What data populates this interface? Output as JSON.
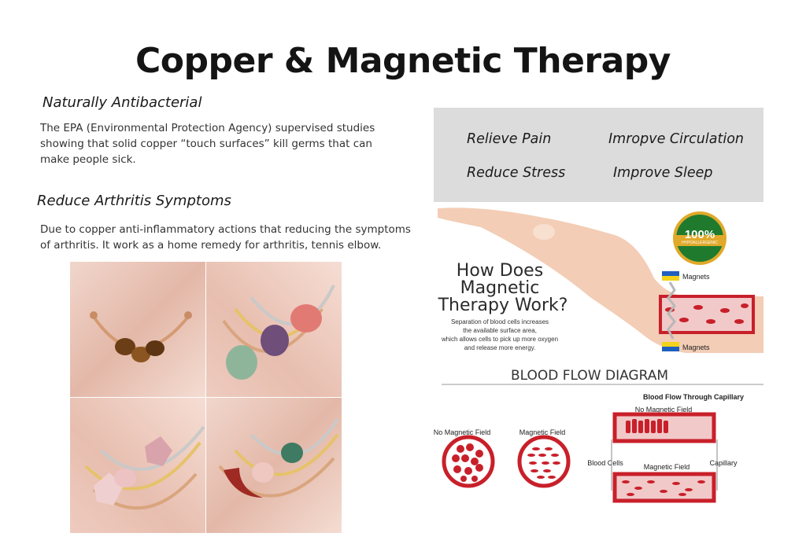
{
  "title": "Copper & Magnetic Therapy",
  "sections": [
    {
      "heading": "Naturally Antibacterial",
      "text": "The EPA (Environmental Protection Agency) supervised studies\n showing that solid copper “touch surfaces” kill germs that can\nmake people sick."
    },
    {
      "heading": "Reduce Arthritis Symptoms",
      "text": "Due to copper anti-inflammatory actions that reducing the symptoms\nof arthritis. It work as a home remedy for arthritis, tennis elbow."
    }
  ],
  "benefits": [
    "Relieve Pain",
    "Imropve Circulation",
    "Reduce Stress",
    "Improve Sleep"
  ],
  "diagram": {
    "question_lines": [
      "How Does",
      "Magnetic",
      "Therapy Work?"
    ],
    "explanation_lines": [
      "Separation of blood cells increases",
      "the available surface area,",
      "which allows cells to pick up more oxygen",
      "and release more energy."
    ],
    "badge_text": "100%",
    "badge_sub": "HYPOALLERGENIC",
    "magnets_top": "Magnets",
    "magnets_bottom": "Magnets",
    "blood_flow_title": "BLOOD FLOW DIAGRAM",
    "capillary_title": "Blood Flow Through Capillary",
    "no_field_top": "No Magnetic Field",
    "no_field_left": "No Magnetic Field",
    "field_right": "Magnetic Field",
    "blood_cells": "Blood Cells",
    "field_bottom": "Magnetic Field",
    "capillary": "Capillary"
  },
  "colors": {
    "blood_red": "#c8202a",
    "vessel_pink": "#f2c9c9",
    "panel_grey": "#dcdcdc",
    "badge_green": "#1f7a2e",
    "badge_gold": "#e0a92a",
    "skin": "#f3cdb5"
  }
}
